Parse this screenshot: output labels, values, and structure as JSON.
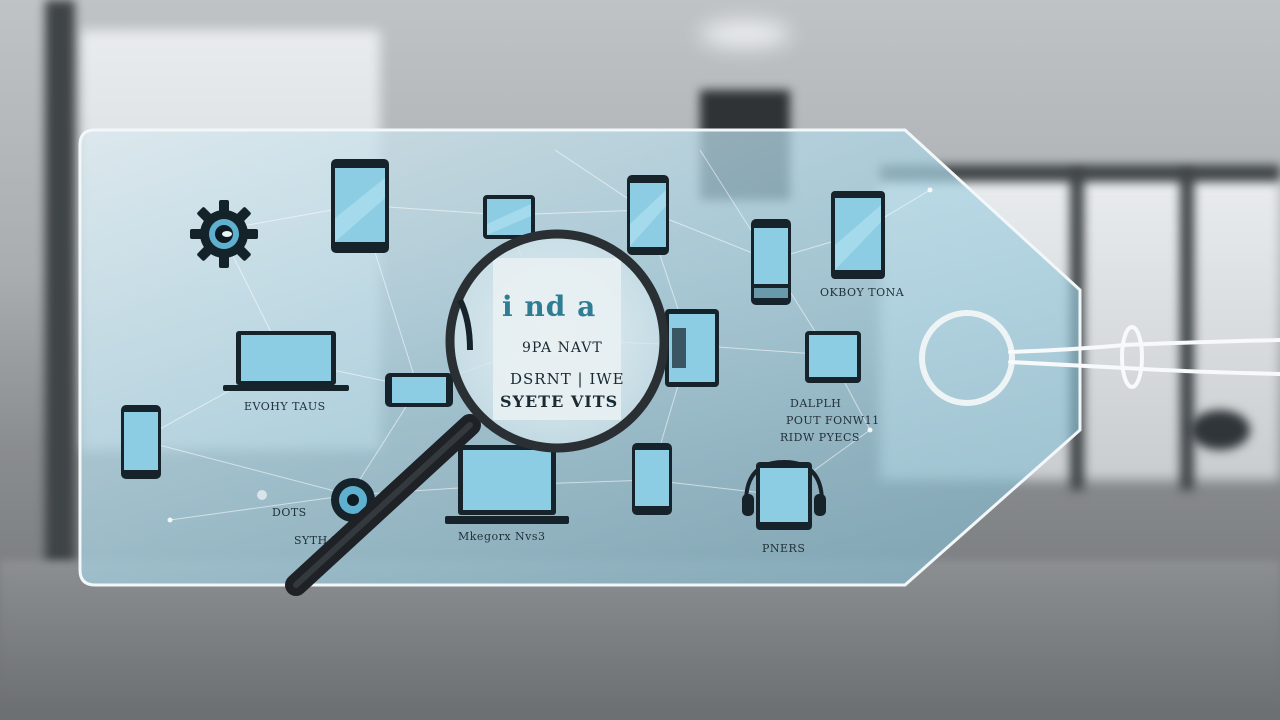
{
  "tag": {
    "labels": {
      "top_right": "OKBOY TONA",
      "laptop_left": "EVOHY TAUS",
      "right_line1": "DALPLH",
      "right_line2": "POUT FONW11",
      "right_line3": "RIDW PYECS",
      "bottom_left": "DOTS",
      "bottom_left2": "SYTH DAS",
      "bottom_center": "Mkegorx Nvs3",
      "bottom_right": "PNERS"
    }
  },
  "lens": {
    "headline": "i nd a",
    "line1": "9PA NAVT",
    "line2": "DSRNT | IWE",
    "line3": "SYETE VITS"
  },
  "colors": {
    "screen": "#8ccde3",
    "device_body": "#16232b",
    "glass": "#b9dcea",
    "network": "#ffffff"
  }
}
